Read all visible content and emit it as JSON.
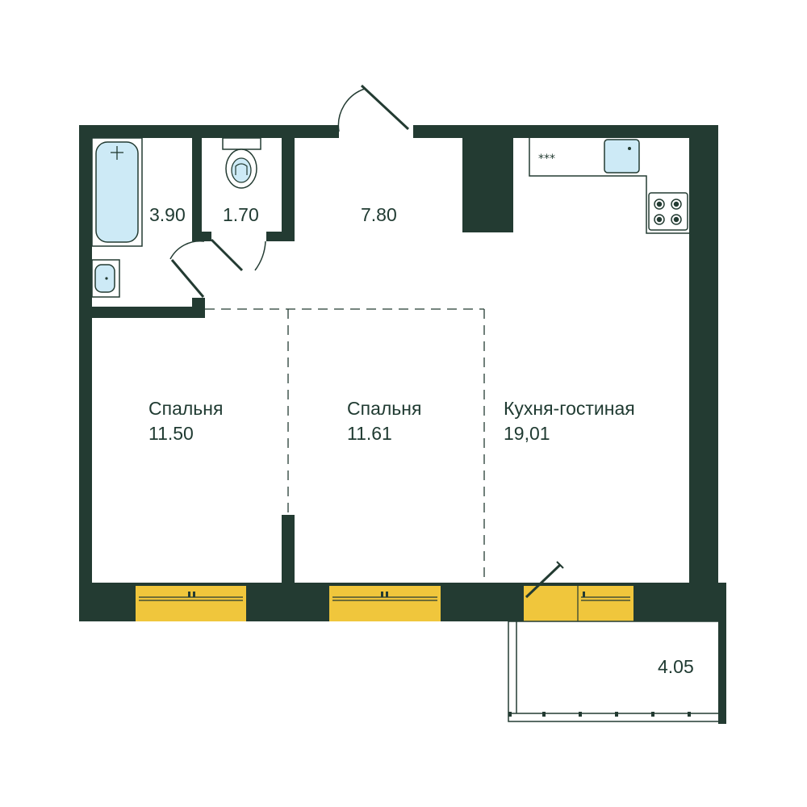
{
  "colors": {
    "wall": "#233b32",
    "window": "#f0c63c",
    "fixture_fill": "#cdeaf6",
    "fixture_stroke": "#233b32",
    "text": "#1f3a31",
    "background": "#ffffff"
  },
  "rooms": {
    "bath": {
      "area": "3.90"
    },
    "wc": {
      "area": "1.70"
    },
    "hall": {
      "area": "7.80"
    },
    "bedroom1": {
      "name": "Спальня",
      "area": "11.50"
    },
    "bedroom2": {
      "name": "Спальня",
      "area": "11.61"
    },
    "kitchen": {
      "name": "Кухня-гостиная",
      "area": "19,01"
    },
    "balcony": {
      "area": "4.05"
    }
  },
  "icons": [
    "bathtub-icon",
    "sink-icon",
    "toilet-icon",
    "stove-icon",
    "kitchen-sink-icon",
    "counter-icon",
    "door-icon",
    "window-icon"
  ]
}
